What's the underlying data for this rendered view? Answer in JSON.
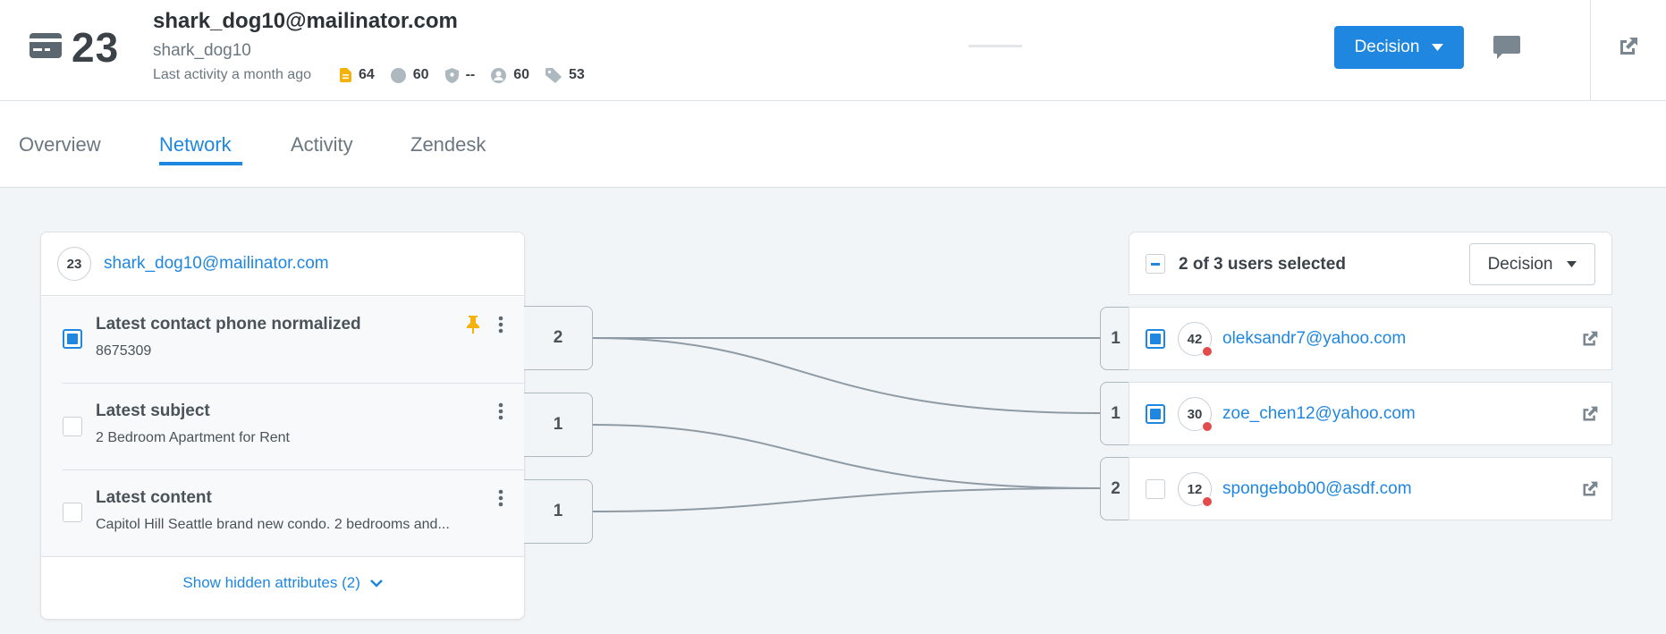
{
  "header": {
    "score": "23",
    "email": "shark_dog10@mailinator.com",
    "username": "shark_dog10",
    "last_activity": "Last activity a month ago",
    "stats": [
      {
        "icon": "document-icon",
        "value": "64",
        "color": "#f5b20a"
      },
      {
        "icon": "circle-icon",
        "value": "60",
        "color": "#aeb8bf"
      },
      {
        "icon": "shield-icon",
        "value": "--",
        "color": "#aeb8bf"
      },
      {
        "icon": "user-circle-icon",
        "value": "60",
        "color": "#aeb8bf"
      },
      {
        "icon": "tag-icon",
        "value": "53",
        "color": "#aeb8bf"
      }
    ],
    "decision_label": "Decision"
  },
  "tabs": [
    {
      "label": "Overview",
      "active": false
    },
    {
      "label": "Network",
      "active": true
    },
    {
      "label": "Activity",
      "active": false
    },
    {
      "label": "Zendesk",
      "active": false
    }
  ],
  "network": {
    "user_score": "23",
    "user_email": "shark_dog10@mailinator.com",
    "attributes": [
      {
        "title": "Latest contact phone normalized",
        "value": "8675309",
        "checked": true,
        "pinned": true,
        "count": "2"
      },
      {
        "title": "Latest subject",
        "value": "2 Bedroom Apartment for Rent",
        "checked": false,
        "pinned": false,
        "count": "1"
      },
      {
        "title": "Latest content",
        "value": "Capitol Hill Seattle brand new condo. 2 bedrooms and...",
        "checked": false,
        "pinned": false,
        "count": "1"
      }
    ],
    "show_hidden_label": "Show hidden attributes (2)",
    "selection_label": "2 of 3 users selected",
    "decision_label": "Decision",
    "users": [
      {
        "count": "1",
        "score": "42",
        "email": "oleksandr7@yahoo.com",
        "checked": true
      },
      {
        "count": "1",
        "score": "30",
        "email": "zoe_chen12@yahoo.com",
        "checked": true
      },
      {
        "count": "2",
        "score": "12",
        "email": "spongebob00@asdf.com",
        "checked": false
      }
    ]
  },
  "colors": {
    "accent": "#1f87e0",
    "risk_dot": "#e24c4c",
    "pin": "#f5b20a",
    "link_line": "#8e9ba5"
  }
}
